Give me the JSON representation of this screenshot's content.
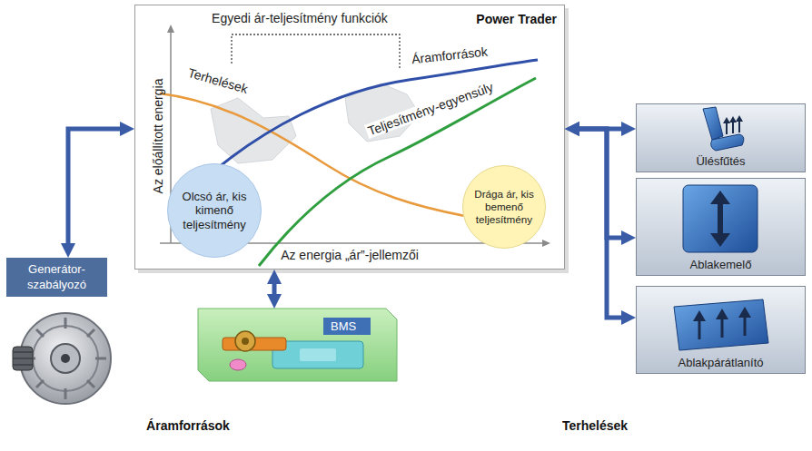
{
  "diagram": {
    "nodes": [
      {
        "text": [
          "Power Trader"
        ]
      },
      {
        "text": [
          "Olcsó ár, kis kimenő teljesítmény"
        ],
        "in": 0
      },
      {
        "text": [
          "Drága ár, kis bemenő teljesítmény"
        ],
        "in": 0
      },
      {
        "text": [
          "Generátor- szabályozó"
        ]
      },
      {
        "text": [
          "BMS"
        ]
      },
      {
        "text": [
          "Ülésfűtés"
        ]
      },
      {
        "text": [
          "Ablakemelő"
        ]
      },
      {
        "text": [
          "Ablakpárátlanító"
        ]
      }
    ],
    "edges": [
      {
        "from": 0,
        "to": 3,
        "arrow": "both"
      },
      {
        "from": 0,
        "to": 4,
        "arrow": "both"
      },
      {
        "from": 0,
        "to": 5,
        "arrow": "both"
      },
      {
        "from": 0,
        "to": 6,
        "arrow": "both"
      },
      {
        "from": 0,
        "to": 7,
        "arrow": "both"
      }
    ],
    "labels": [
      "Egyedi ár-teljesítmény funkciók",
      "Terhelések",
      "Áramforrások",
      "Teljesítmény-egyensúly",
      "Az előállított energia",
      "Az energia „ár”-jellemzői",
      "Áramforrások",
      "Terhelések"
    ]
  }
}
